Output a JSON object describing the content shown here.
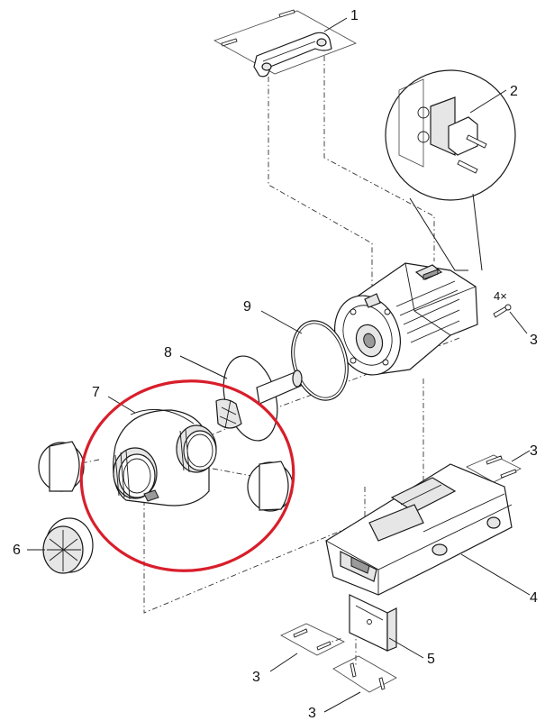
{
  "diagram": {
    "labels": {
      "l1": "1",
      "l2": "2",
      "l3a": "3",
      "l3b": "3",
      "l3c": "3",
      "l3d": "3",
      "l4": "4",
      "l5": "5",
      "l6": "6",
      "l7": "7",
      "l8": "8",
      "l9": "9",
      "qty": "4×"
    },
    "colors": {
      "line": "#1a1a1a",
      "highlight": "#d81e2b",
      "shade": "#e6e6e6"
    }
  }
}
